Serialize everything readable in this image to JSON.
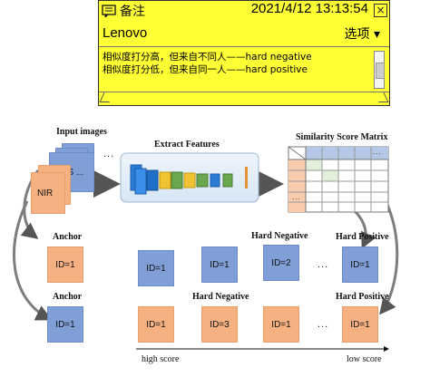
{
  "note": {
    "title": "备注",
    "timestamp": "2021/4/12 13:13:54",
    "close_glyph": "×",
    "brand": "Lenovo",
    "menu_label": "选项",
    "menu_caret": "▾",
    "line1": "相似度打分高，但来自不同人——hard negative",
    "line2": "相似度打分低，但来自同一人——hard positive"
  },
  "diagram": {
    "input_images_label": "Input images",
    "vis_label": "VIS ...",
    "nir_label": "NIR",
    "ellipsis": "...",
    "extract_features_label": "Extract Features",
    "similarity_label": "Similarity Score Matrix",
    "matrix_dots": "...",
    "row1": {
      "anchor_label": "Anchor",
      "anchor_id": "ID=1",
      "hard_negative_label": "Hard Negative",
      "hard_positive_label": "Hard Positive",
      "ids": [
        "ID=1",
        "ID=1",
        "ID=2",
        "ID=1"
      ],
      "dots": "..."
    },
    "row2": {
      "anchor_label": "Anchor",
      "anchor_id": "ID=1",
      "hard_negative_label": "Hard Negative",
      "hard_positive_label": "Hard Positive",
      "ids": [
        "ID=1",
        "ID=3",
        "ID=1",
        "ID=1"
      ],
      "dots": "..."
    },
    "high_score_label": "high score",
    "low_score_label": "low score"
  }
}
